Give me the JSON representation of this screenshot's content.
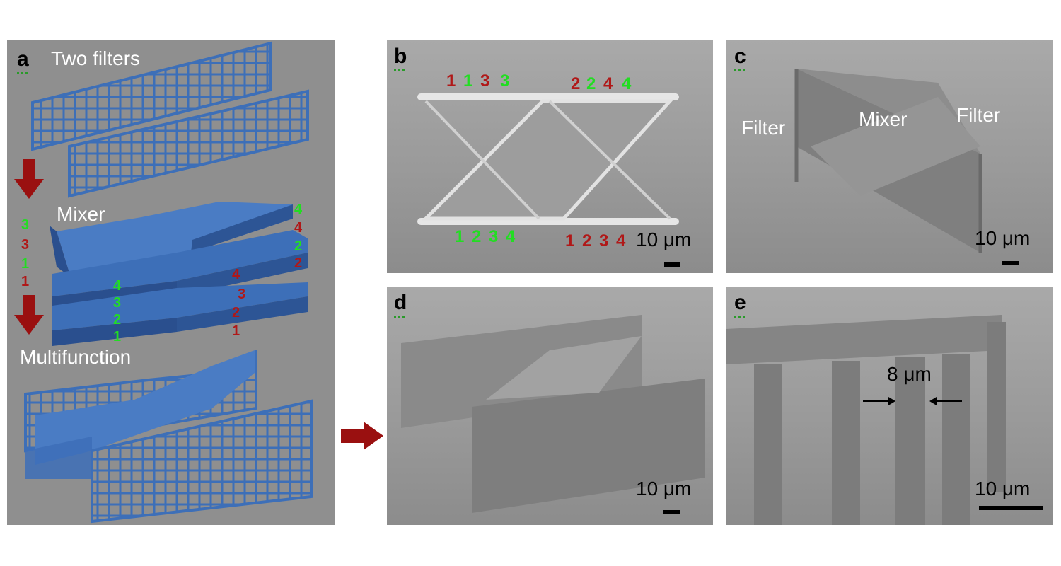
{
  "panels": {
    "a": {
      "label": "a",
      "title_filters": "Two filters",
      "title_mixer": "Mixer",
      "title_multifunction": "Multifunction",
      "left_labels": [
        "3",
        "3",
        "1",
        "1"
      ],
      "right_labels": [
        "4",
        "4",
        "2",
        "2"
      ],
      "inner_labels": [
        "4",
        "3",
        "2",
        "1",
        "4",
        "3",
        "2",
        "1"
      ]
    },
    "b": {
      "label": "b",
      "top_left": [
        "1",
        "1",
        "3",
        "3"
      ],
      "top_right": [
        "2",
        "2",
        "4",
        "4"
      ],
      "bottom_left": [
        "1",
        "2",
        "3",
        "4"
      ],
      "bottom_right": [
        "1",
        "2",
        "3",
        "4"
      ],
      "scale": "10 μm"
    },
    "c": {
      "label": "c",
      "filter_left": "Filter",
      "mixer": "Mixer",
      "filter_right": "Filter",
      "scale": "10 μm"
    },
    "d": {
      "label": "d",
      "scale": "10 μm"
    },
    "e": {
      "label": "e",
      "width_label": "8 μm",
      "scale": "10 μm"
    }
  },
  "colors": {
    "panel_a_bg": "#8f8f8f",
    "structure_blue": "#3d6fb8",
    "arrow_red": "#9a1010",
    "label_green": "#22dd22",
    "label_red": "#b01818"
  }
}
